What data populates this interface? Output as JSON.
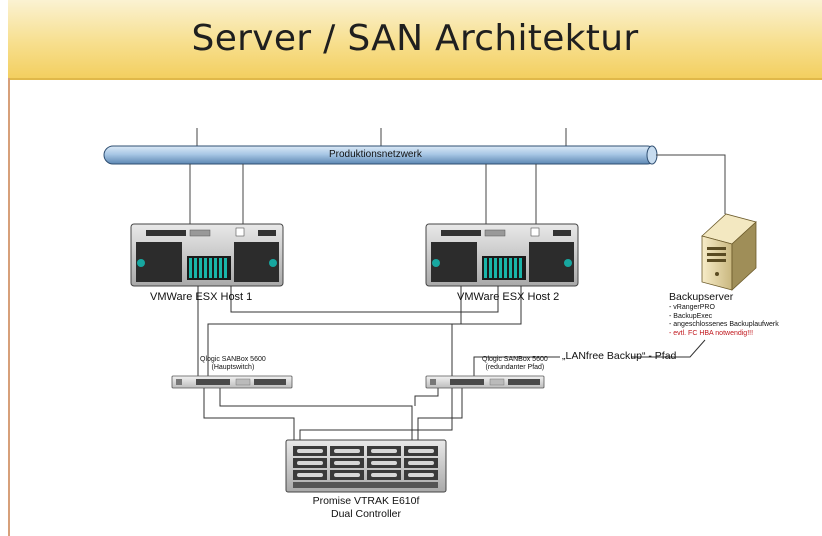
{
  "title": "Server / SAN Architektur",
  "network": {
    "label": "Produktionsnetzwerk"
  },
  "hosts": [
    {
      "label": "VMWare ESX Host 1"
    },
    {
      "label": "VMWare ESX Host 2"
    }
  ],
  "switches": [
    {
      "line1": "Qlogic SANBox 5600",
      "line2": "(Hauptswitch)"
    },
    {
      "line1": "Qlogic SANBox 5600",
      "line2": "(redundanter Pfad)"
    }
  ],
  "backup": {
    "title": "Backupserver",
    "items": [
      {
        "text": "- vRangerPRO",
        "color": "#111111"
      },
      {
        "text": "- BackupExec",
        "color": "#111111"
      },
      {
        "text": "- angeschlossenes Backuplaufwerk",
        "color": "#111111"
      },
      {
        "text": "- evtl. FC HBA notwendig!!!",
        "color": "#c0151b"
      }
    ]
  },
  "lanfree": {
    "label": "„LANfree Backup“ - Pfad"
  },
  "storage": {
    "line1": "Promise VTRAK E610f",
    "line2": "Dual Controller"
  }
}
